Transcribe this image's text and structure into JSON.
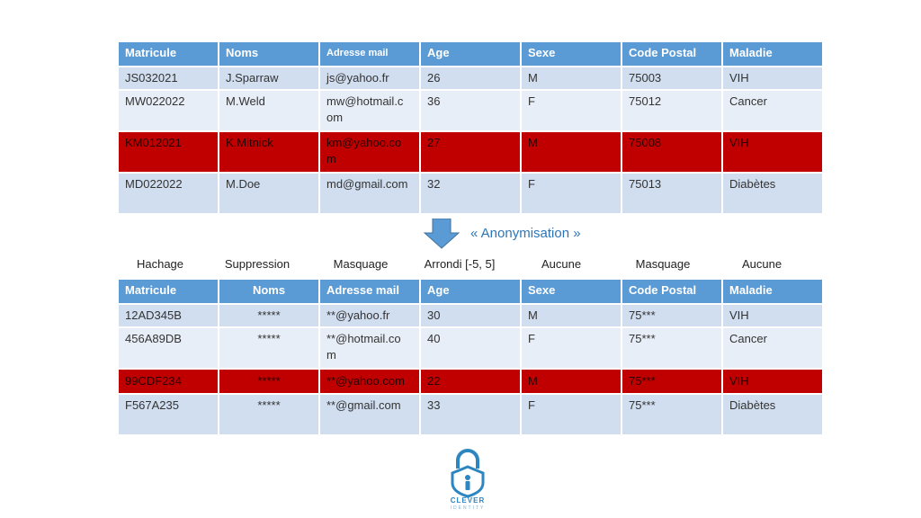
{
  "table1": {
    "headers": [
      "Matricule",
      "Noms",
      "Adresse mail",
      "Age",
      "Sexe",
      "Code Postal",
      "Maladie"
    ],
    "rows": [
      [
        "JS032021",
        "J.Sparraw",
        "js@yahoo.fr",
        "26",
        "M",
        "75003",
        "VIH"
      ],
      [
        "MW022022",
        "M.Weld",
        "mw@hotmail.c\nom",
        "36",
        "F",
        "75012",
        "Cancer"
      ],
      [
        "KM012021",
        "K.Mitnick",
        "km@yahoo.co\nm",
        "27",
        "M",
        "75008",
        "VIH"
      ],
      [
        "MD022022",
        "M.Doe",
        "md@gmail.com",
        "32",
        "F",
        "75013",
        "Diabètes"
      ]
    ]
  },
  "arrow_label": "« Anonymisation »",
  "methods": [
    "Hachage",
    "Suppression",
    "Masquage",
    "Arrondi [-5, 5]",
    "Aucune",
    "Masquage",
    "Aucune"
  ],
  "table2": {
    "headers": [
      "Matricule",
      "Noms",
      "Adresse mail",
      "Age",
      "Sexe",
      "Code Postal",
      "Maladie"
    ],
    "rows": [
      [
        "12AD345B",
        "*****",
        "**@yahoo.fr",
        "30",
        "M",
        "75***",
        "VIH"
      ],
      [
        "456A89DB",
        "*****",
        "**@hotmail.co\nm",
        "40",
        "F",
        "75***",
        "Cancer"
      ],
      [
        "99CDF234",
        "*****",
        "**@yahoo.com",
        "22",
        "M",
        "75***",
        "VIH"
      ],
      [
        "F567A235",
        "*****",
        "**@gmail.com",
        "33",
        "F",
        "75***",
        "Diabètes"
      ]
    ]
  },
  "logo": {
    "name": "CLEVER",
    "sub": "IDENTITY"
  },
  "colors": {
    "header": "#5b9bd5",
    "highlight": "#c00000",
    "accent": "#2e75b6"
  }
}
